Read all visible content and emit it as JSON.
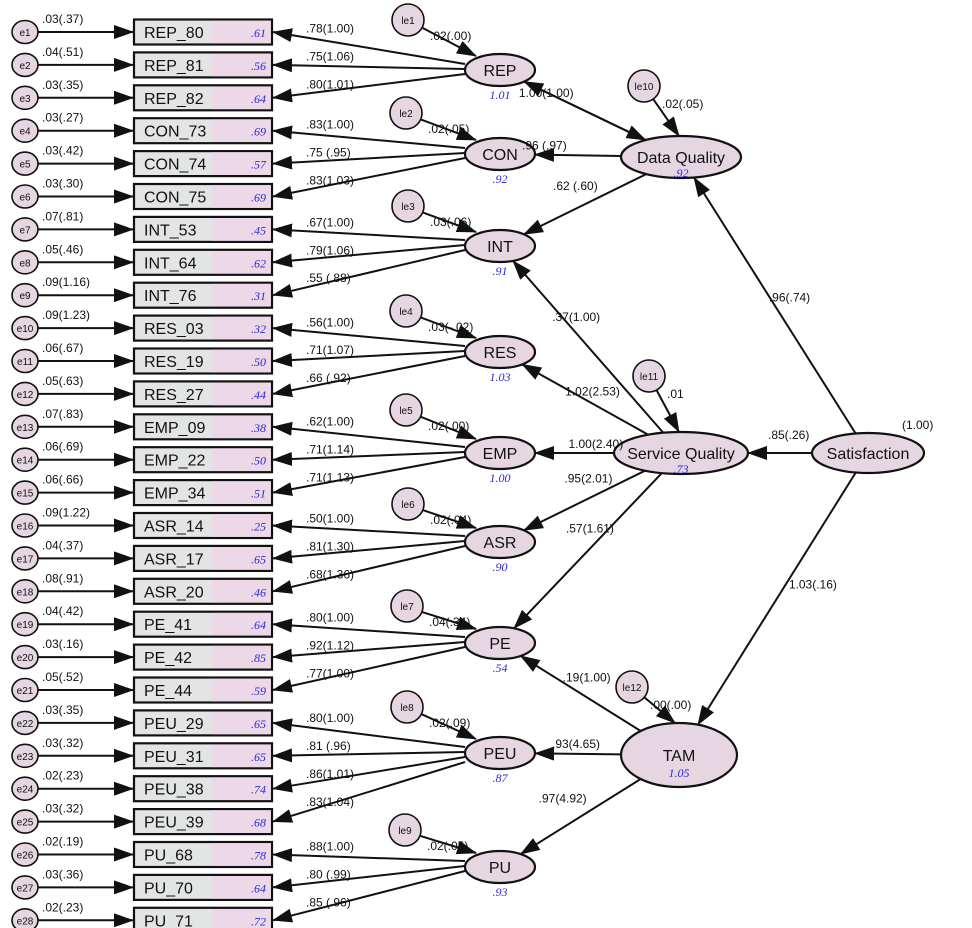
{
  "observed": [
    {
      "error": "e1",
      "error_label": ".03(.37)",
      "name": "REP_80",
      "r2": ".61",
      "construct": "REP",
      "load": ".78(1.00)"
    },
    {
      "error": "e2",
      "error_label": ".04(.51)",
      "name": "REP_81",
      "r2": ".56",
      "construct": "REP",
      "load": ".75(1.06)"
    },
    {
      "error": "e3",
      "error_label": ".03(.35)",
      "name": "REP_82",
      "r2": ".64",
      "construct": "REP",
      "load": ".80(1.01)"
    },
    {
      "error": "e4",
      "error_label": ".03(.27)",
      "name": "CON_73",
      "r2": ".69",
      "construct": "CON",
      "load": ".83(1.00)"
    },
    {
      "error": "e5",
      "error_label": ".03(.42)",
      "name": "CON_74",
      "r2": ".57",
      "construct": "CON",
      "load": ".75  (.95)"
    },
    {
      "error": "e6",
      "error_label": ".03(.30)",
      "name": "CON_75",
      "r2": ".69",
      "construct": "CON",
      "load": ".83(1.03)"
    },
    {
      "error": "e7",
      "error_label": ".07(.81)",
      "name": "INT_53",
      "r2": ".45",
      "construct": "INT",
      "load": ".67(1.00)"
    },
    {
      "error": "e8",
      "error_label": ".05(.46)",
      "name": "INT_64",
      "r2": ".62",
      "construct": "INT",
      "load": ".79(1.06)"
    },
    {
      "error": "e9",
      "error_label": ".09(1.16)",
      "name": "INT_76",
      "r2": ".31",
      "construct": "INT",
      "load": ".55  (.88)"
    },
    {
      "error": "e10",
      "error_label": ".09(1.23)",
      "name": "RES_03",
      "r2": ".32",
      "construct": "RES",
      "load": ".56(1.00)"
    },
    {
      "error": "e11",
      "error_label": ".06(.67)",
      "name": "RES_19",
      "r2": ".50",
      "construct": "RES",
      "load": ".71(1.07)"
    },
    {
      "error": "e12",
      "error_label": ".05(.63)",
      "name": "RES_27",
      "r2": ".44",
      "construct": "RES",
      "load": ".66  (.92)"
    },
    {
      "error": "e13",
      "error_label": ".07(.83)",
      "name": "EMP_09",
      "r2": ".38",
      "construct": "EMP",
      "load": ".62(1.00)"
    },
    {
      "error": "e14",
      "error_label": ".06(.69)",
      "name": "EMP_22",
      "r2": ".50",
      "construct": "EMP",
      "load": ".71(1.14)"
    },
    {
      "error": "e15",
      "error_label": ".06(.66)",
      "name": "EMP_34",
      "r2": ".51",
      "construct": "EMP",
      "load": ".71(1.13)"
    },
    {
      "error": "e16",
      "error_label": ".09(1.22)",
      "name": "ASR_14",
      "r2": ".25",
      "construct": "ASR",
      "load": ".50(1.00)"
    },
    {
      "error": "e17",
      "error_label": ".04(.37)",
      "name": "ASR_17",
      "r2": ".65",
      "construct": "ASR",
      "load": ".81(1.30)"
    },
    {
      "error": "e18",
      "error_label": ".08(.91)",
      "name": "ASR_20",
      "r2": ".46",
      "construct": "ASR",
      "load": ".68(1.36)"
    },
    {
      "error": "e19",
      "error_label": ".04(.42)",
      "name": "PE_41",
      "r2": ".64",
      "construct": "PE",
      "load": ".80(1.00)"
    },
    {
      "error": "e20",
      "error_label": ".03(.16)",
      "name": "PE_42",
      "r2": ".85",
      "construct": "PE",
      "load": ".92(1.12)"
    },
    {
      "error": "e21",
      "error_label": ".05(.52)",
      "name": "PE_44",
      "r2": ".59",
      "construct": "PE",
      "load": ".77(1.00)"
    },
    {
      "error": "e22",
      "error_label": ".03(.35)",
      "name": "PEU_29",
      "r2": ".65",
      "construct": "PEU",
      "load": ".80(1.00)"
    },
    {
      "error": "e23",
      "error_label": ".03(.32)",
      "name": "PEU_31",
      "r2": ".65",
      "construct": "PEU",
      "load": ".81  (.96)"
    },
    {
      "error": "e24",
      "error_label": ".02(.23)",
      "name": "PEU_38",
      "r2": ".74",
      "construct": "PEU",
      "load": ".86(1.01)"
    },
    {
      "error": "e25",
      "error_label": ".03(.32)",
      "name": "PEU_39",
      "r2": ".68",
      "construct": "PEU",
      "load": ".83(1.04)"
    },
    {
      "error": "e26",
      "error_label": ".02(.19)",
      "name": "PU_68",
      "r2": ".78",
      "construct": "PU",
      "load": ".88(1.00)"
    },
    {
      "error": "e27",
      "error_label": ".03(.36)",
      "name": "PU_70",
      "r2": ".64",
      "construct": "PU",
      "load": ".80  (.99)"
    },
    {
      "error": "e28",
      "error_label": ".02(.23)",
      "name": "PU_71",
      "r2": ".72",
      "construct": "PU",
      "load": ".85  (.96)"
    }
  ],
  "first_order": [
    {
      "name": "REP",
      "r2": "1.01",
      "error": "le1",
      "error_label": ".02(.00)"
    },
    {
      "name": "CON",
      "r2": ".92",
      "error": "le2",
      "error_label": ".02(.05)"
    },
    {
      "name": "INT",
      "r2": ".91",
      "error": "le3",
      "error_label": ".03(.06)"
    },
    {
      "name": "RES",
      "r2": "1.03",
      "error": "le4",
      "error_label": ".03(-.02)"
    },
    {
      "name": "EMP",
      "r2": "1.00",
      "error": "le5",
      "error_label": ".02(.00)"
    },
    {
      "name": "ASR",
      "r2": ".90",
      "error": "le6",
      "error_label": ".02(.04)"
    },
    {
      "name": "PE",
      "r2": ".54",
      "error": "le7",
      "error_label": ".04(.34)"
    },
    {
      "name": "PEU",
      "r2": ".87",
      "error": "le8",
      "error_label": ".02(.09)"
    },
    {
      "name": "PU",
      "r2": ".93",
      "error": "le9",
      "error_label": ".02(.05)"
    }
  ],
  "higher_order": [
    {
      "name": "Data Quality",
      "r2": ".92",
      "error": "le10",
      "error_label": ".02(.05)"
    },
    {
      "name": "Service Quality",
      "r2": ".73",
      "error": "le11",
      "error_label": ".01"
    },
    {
      "name": "TAM",
      "r2": "1.05",
      "error": "le12",
      "error_label": ".00(.00)"
    },
    {
      "name": "Satisfaction",
      "variance_label": "(1.00)"
    }
  ],
  "paths": [
    {
      "from": "Data Quality",
      "to": "REP",
      "label": "1.00(1.00)"
    },
    {
      "from": "Data Quality",
      "to": "CON",
      "label": ".96 (.97)"
    },
    {
      "from": "Data Quality",
      "to": "INT",
      "label": ".62 (.60)"
    },
    {
      "from": "Service Quality",
      "to": "INT",
      "label": ".37(1.00)"
    },
    {
      "from": "Service Quality",
      "to": "RES",
      "label": "1.02(2.53)"
    },
    {
      "from": "Service Quality",
      "to": "EMP",
      "label": "1.00(2.40)"
    },
    {
      "from": "Service Quality",
      "to": "ASR",
      "label": ".95(2.01)"
    },
    {
      "from": "Service Quality",
      "to": "PE",
      "label": ".57(1.61)"
    },
    {
      "from": "TAM",
      "to": "PE",
      "label": ".19(1.00)"
    },
    {
      "from": "TAM",
      "to": "PEU",
      "label": ".93(4.65)"
    },
    {
      "from": "TAM",
      "to": "PU",
      "label": ".97(4.92)"
    },
    {
      "from": "Satisfaction",
      "to": "Data Quality",
      "label": ".96(.74)"
    },
    {
      "from": "Satisfaction",
      "to": "Service Quality",
      "label": ".85(.26)"
    },
    {
      "from": "Satisfaction",
      "to": "TAM",
      "label": "1.03(.16)"
    }
  ],
  "colors": {
    "observed_fill": "#e3e5e5",
    "latent_fill": "#e6d6e2",
    "r2_text": "#2a2ad8",
    "stroke": "#111111"
  }
}
